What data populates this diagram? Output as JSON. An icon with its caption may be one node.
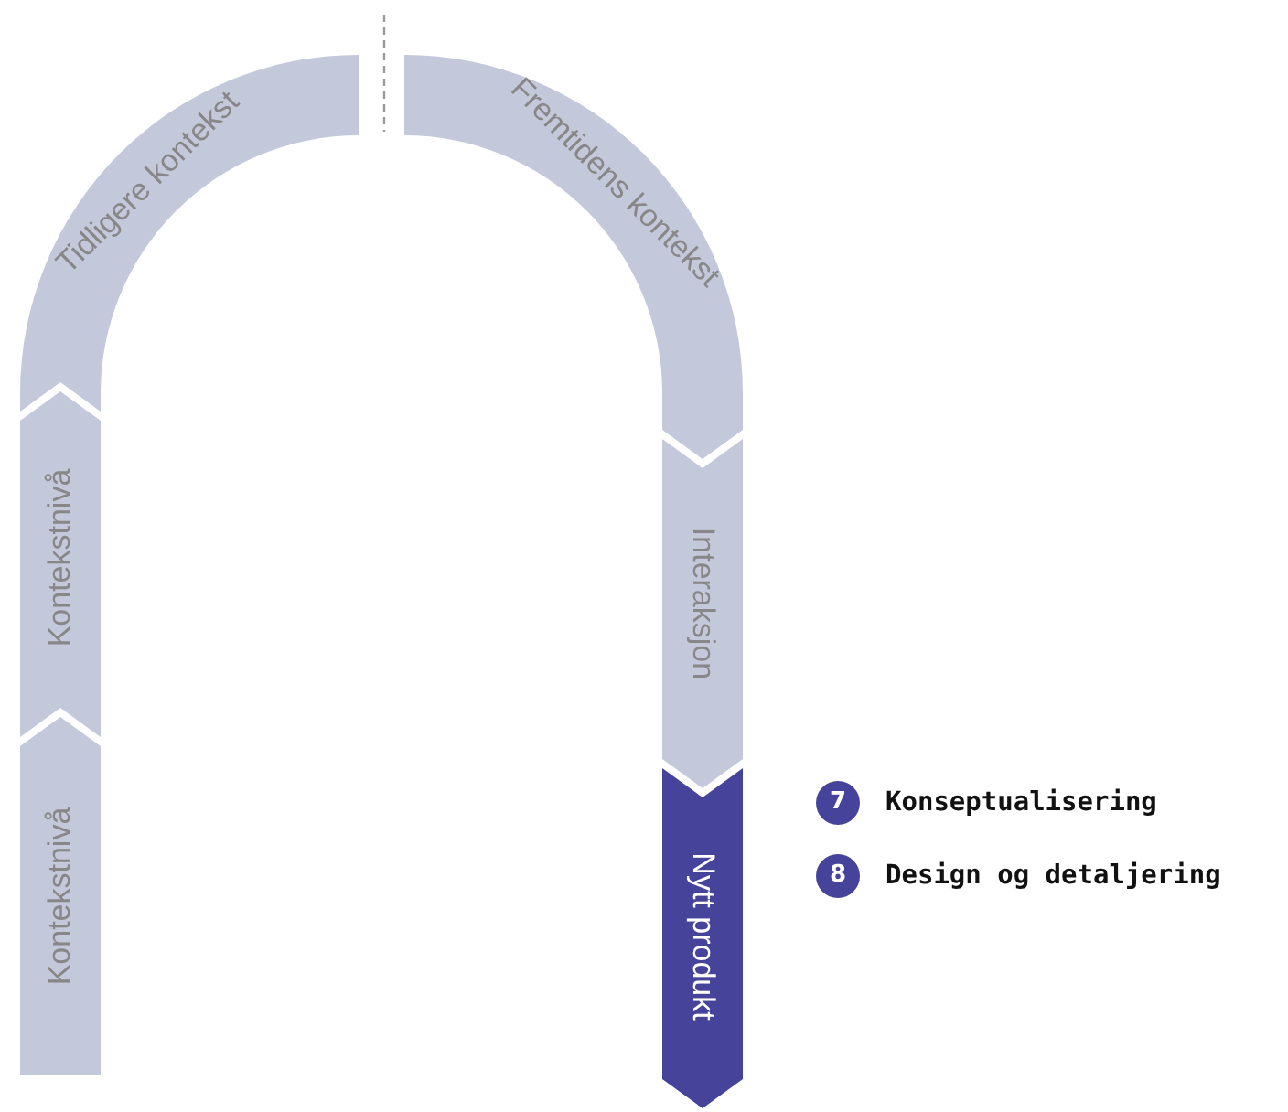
{
  "diagram": {
    "nodes": [
      {
        "text": [
          "Kontekstnivå"
        ]
      },
      {
        "text": [
          "Kontekstnivå"
        ]
      },
      {
        "text": [
          "Tidligere kontekst"
        ]
      },
      {
        "text": [
          "Fremtidens kontekst"
        ]
      },
      {
        "text": [
          "Interaksjon"
        ]
      },
      {
        "text": [
          "Nytt produkt"
        ]
      }
    ],
    "labels": [
      "7",
      "Konseptualisering",
      "8",
      "Design og detaljering"
    ]
  }
}
